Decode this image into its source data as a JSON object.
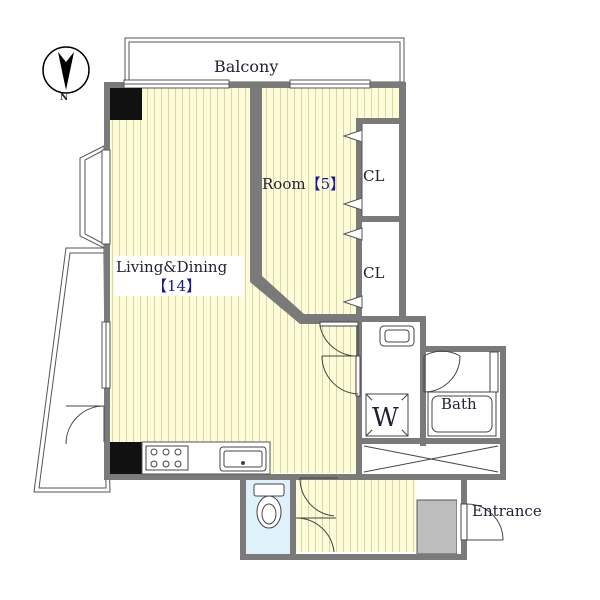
{
  "compass": {
    "north_label": "N"
  },
  "rooms": {
    "balcony": "Balcony",
    "room_label": "Room",
    "room_size": "【5】",
    "closet_upper": "CL",
    "closet_lower": "CL",
    "living_label": "Living&Dining",
    "living_size": "【14】",
    "bath": "Bath",
    "washer": "W",
    "entrance": "Entrance"
  },
  "colors": {
    "wall": "#7a7a7a",
    "floor_wood": "#fdfbd8",
    "floor_stripe": "#d9d6a6",
    "toilet_floor": "#dff1fb",
    "shoe_box": "#bdbdbd",
    "column": "#111111"
  }
}
